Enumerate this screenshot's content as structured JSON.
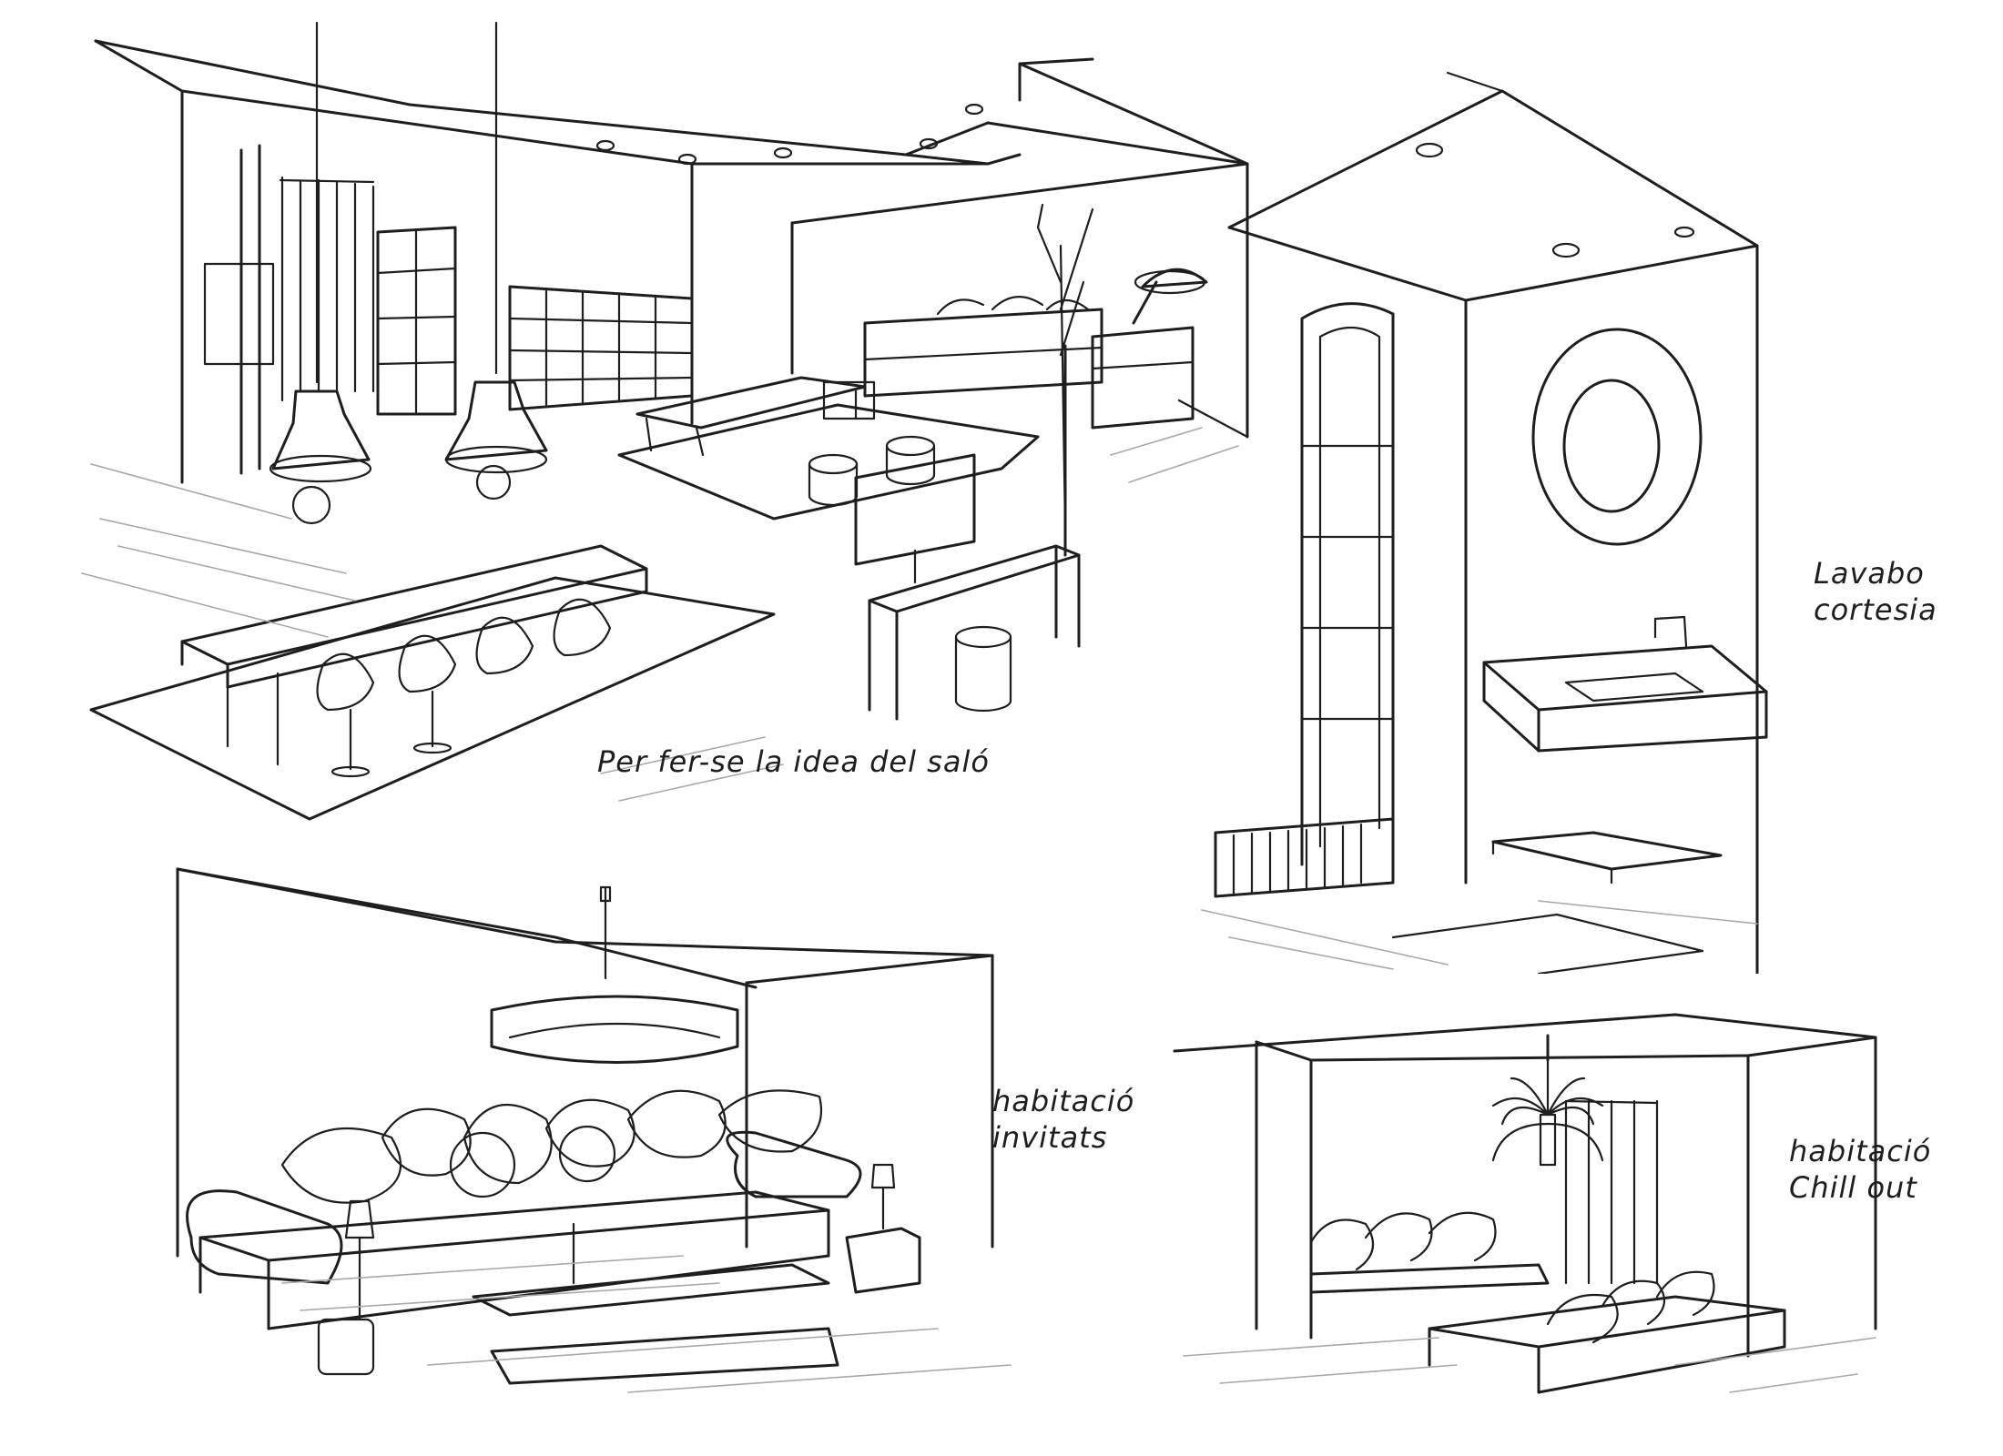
{
  "sketches": {
    "salo": {
      "caption": "Per fer-se la idea del saló"
    },
    "lavabo": {
      "caption_line1": "Lavabo",
      "caption_line2": "cortesia"
    },
    "invitats": {
      "caption_line1": "habitació",
      "caption_line2": "invitats"
    },
    "chill": {
      "caption_line1": "habitació",
      "caption_line2": "Chill out"
    }
  },
  "colors": {
    "ink": "#1e1e1e",
    "pencil": "#a8a8a8",
    "paper": "#ffffff"
  }
}
